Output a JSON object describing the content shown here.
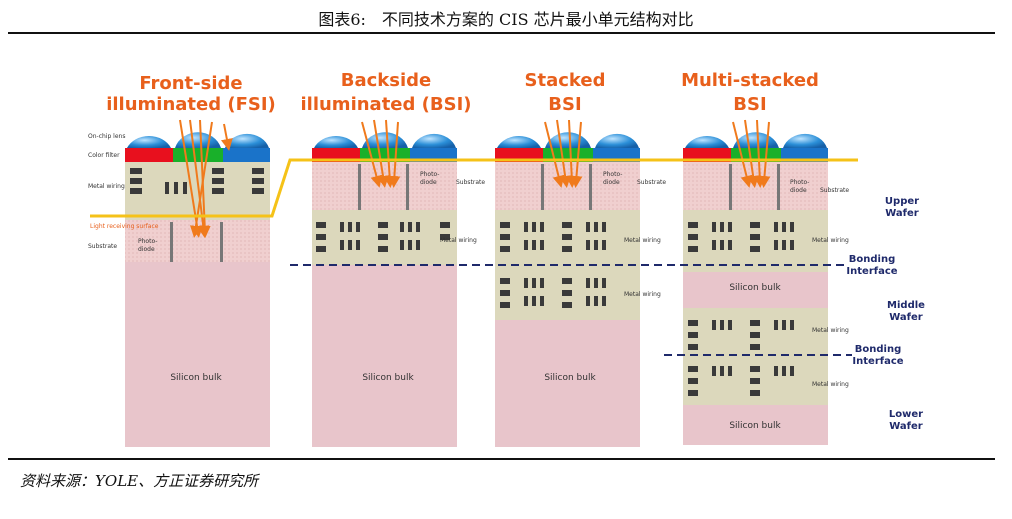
{
  "figure": {
    "title": "图表6:　不同技术方案的 CIS 芯片最小单元结构对比",
    "source": "资料来源：YOLE、方正证券研究所"
  },
  "columns": [
    {
      "heading_line1": "Front-side",
      "heading_line2": "illuminated (FSI)"
    },
    {
      "heading_line1": "Backside",
      "heading_line2": "illuminated (BSI)"
    },
    {
      "heading_line1": "Stacked",
      "heading_line2": "BSI"
    },
    {
      "heading_line1": "Multi-stacked",
      "heading_line2": "BSI"
    }
  ],
  "fsi_labels": {
    "on_chip_lens": "On-chip lens",
    "color_filter": "Color filter",
    "metal_wiring": "Metal wiring",
    "light_receiving": "Light receiving surface",
    "substrate": "Substrate",
    "photo": "Photo-",
    "diode": "diode"
  },
  "labels": {
    "photo": "Photo-",
    "diode": "diode",
    "substrate": "Substrate",
    "metal_wiring": "Metal wiring",
    "silicon_bulk": "Silicon bulk"
  },
  "right_labels": {
    "upper_1": "Upper",
    "upper_2": "Wafer",
    "bonding1_1": "Bonding",
    "bonding1_2": "Interface",
    "middle_1": "Middle",
    "middle_2": "Wafer",
    "bonding2_1": "Bonding",
    "bonding2_2": "Interface",
    "lower_1": "Lower",
    "lower_2": "Wafer"
  },
  "colors": {
    "heading": "#e8601c",
    "lens": "#2b8fd8",
    "filter_red": "#e8101e",
    "filter_green": "#19b02a",
    "filter_blue": "#1a73c9",
    "light_line": "#f5c218",
    "photo_layer": "#f2d2d2",
    "wiring_layer": "#dcd8bc",
    "silicon_bulk": "#e8c5cb",
    "arrow": "#f07a1c",
    "bonding_line": "#1f2a6b",
    "right_label": "#1f2a6b"
  }
}
